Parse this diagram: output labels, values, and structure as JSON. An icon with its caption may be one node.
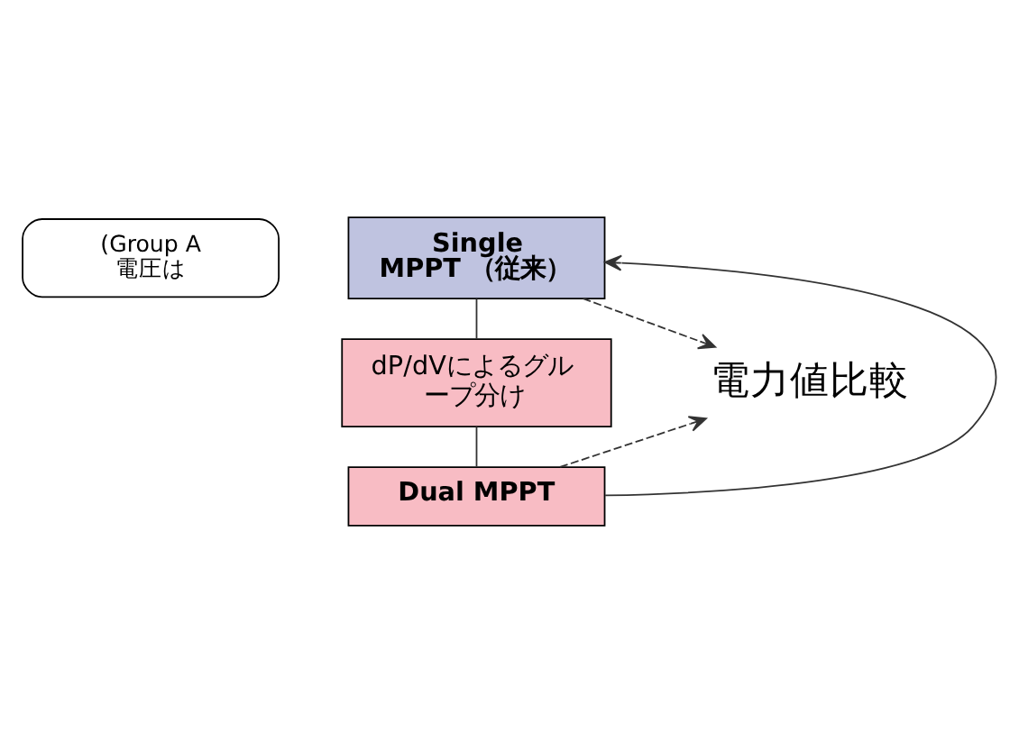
{
  "diagram": {
    "nodes": [
      {
        "text": [
          "(Group A",
          "電圧は"
        ]
      },
      {
        "text": [
          "Single MPPT （従来）"
        ]
      },
      {
        "text": [
          "dP/dVによるグループ分け"
        ]
      },
      {
        "text": [
          "Dual MPPT"
        ]
      },
      {
        "text": [
          "電力値比較"
        ]
      }
    ],
    "edges": [
      {
        "from": 1,
        "to": 2,
        "arrow": "none"
      },
      {
        "from": 2,
        "to": 3,
        "arrow": "none"
      },
      {
        "from": 3,
        "to": 1,
        "arrow": "to"
      },
      {
        "from": 1,
        "to": 4,
        "arrow": "to",
        "style": "dashed"
      },
      {
        "from": 3,
        "to": 4,
        "arrow": "to",
        "style": "dashed"
      }
    ]
  }
}
